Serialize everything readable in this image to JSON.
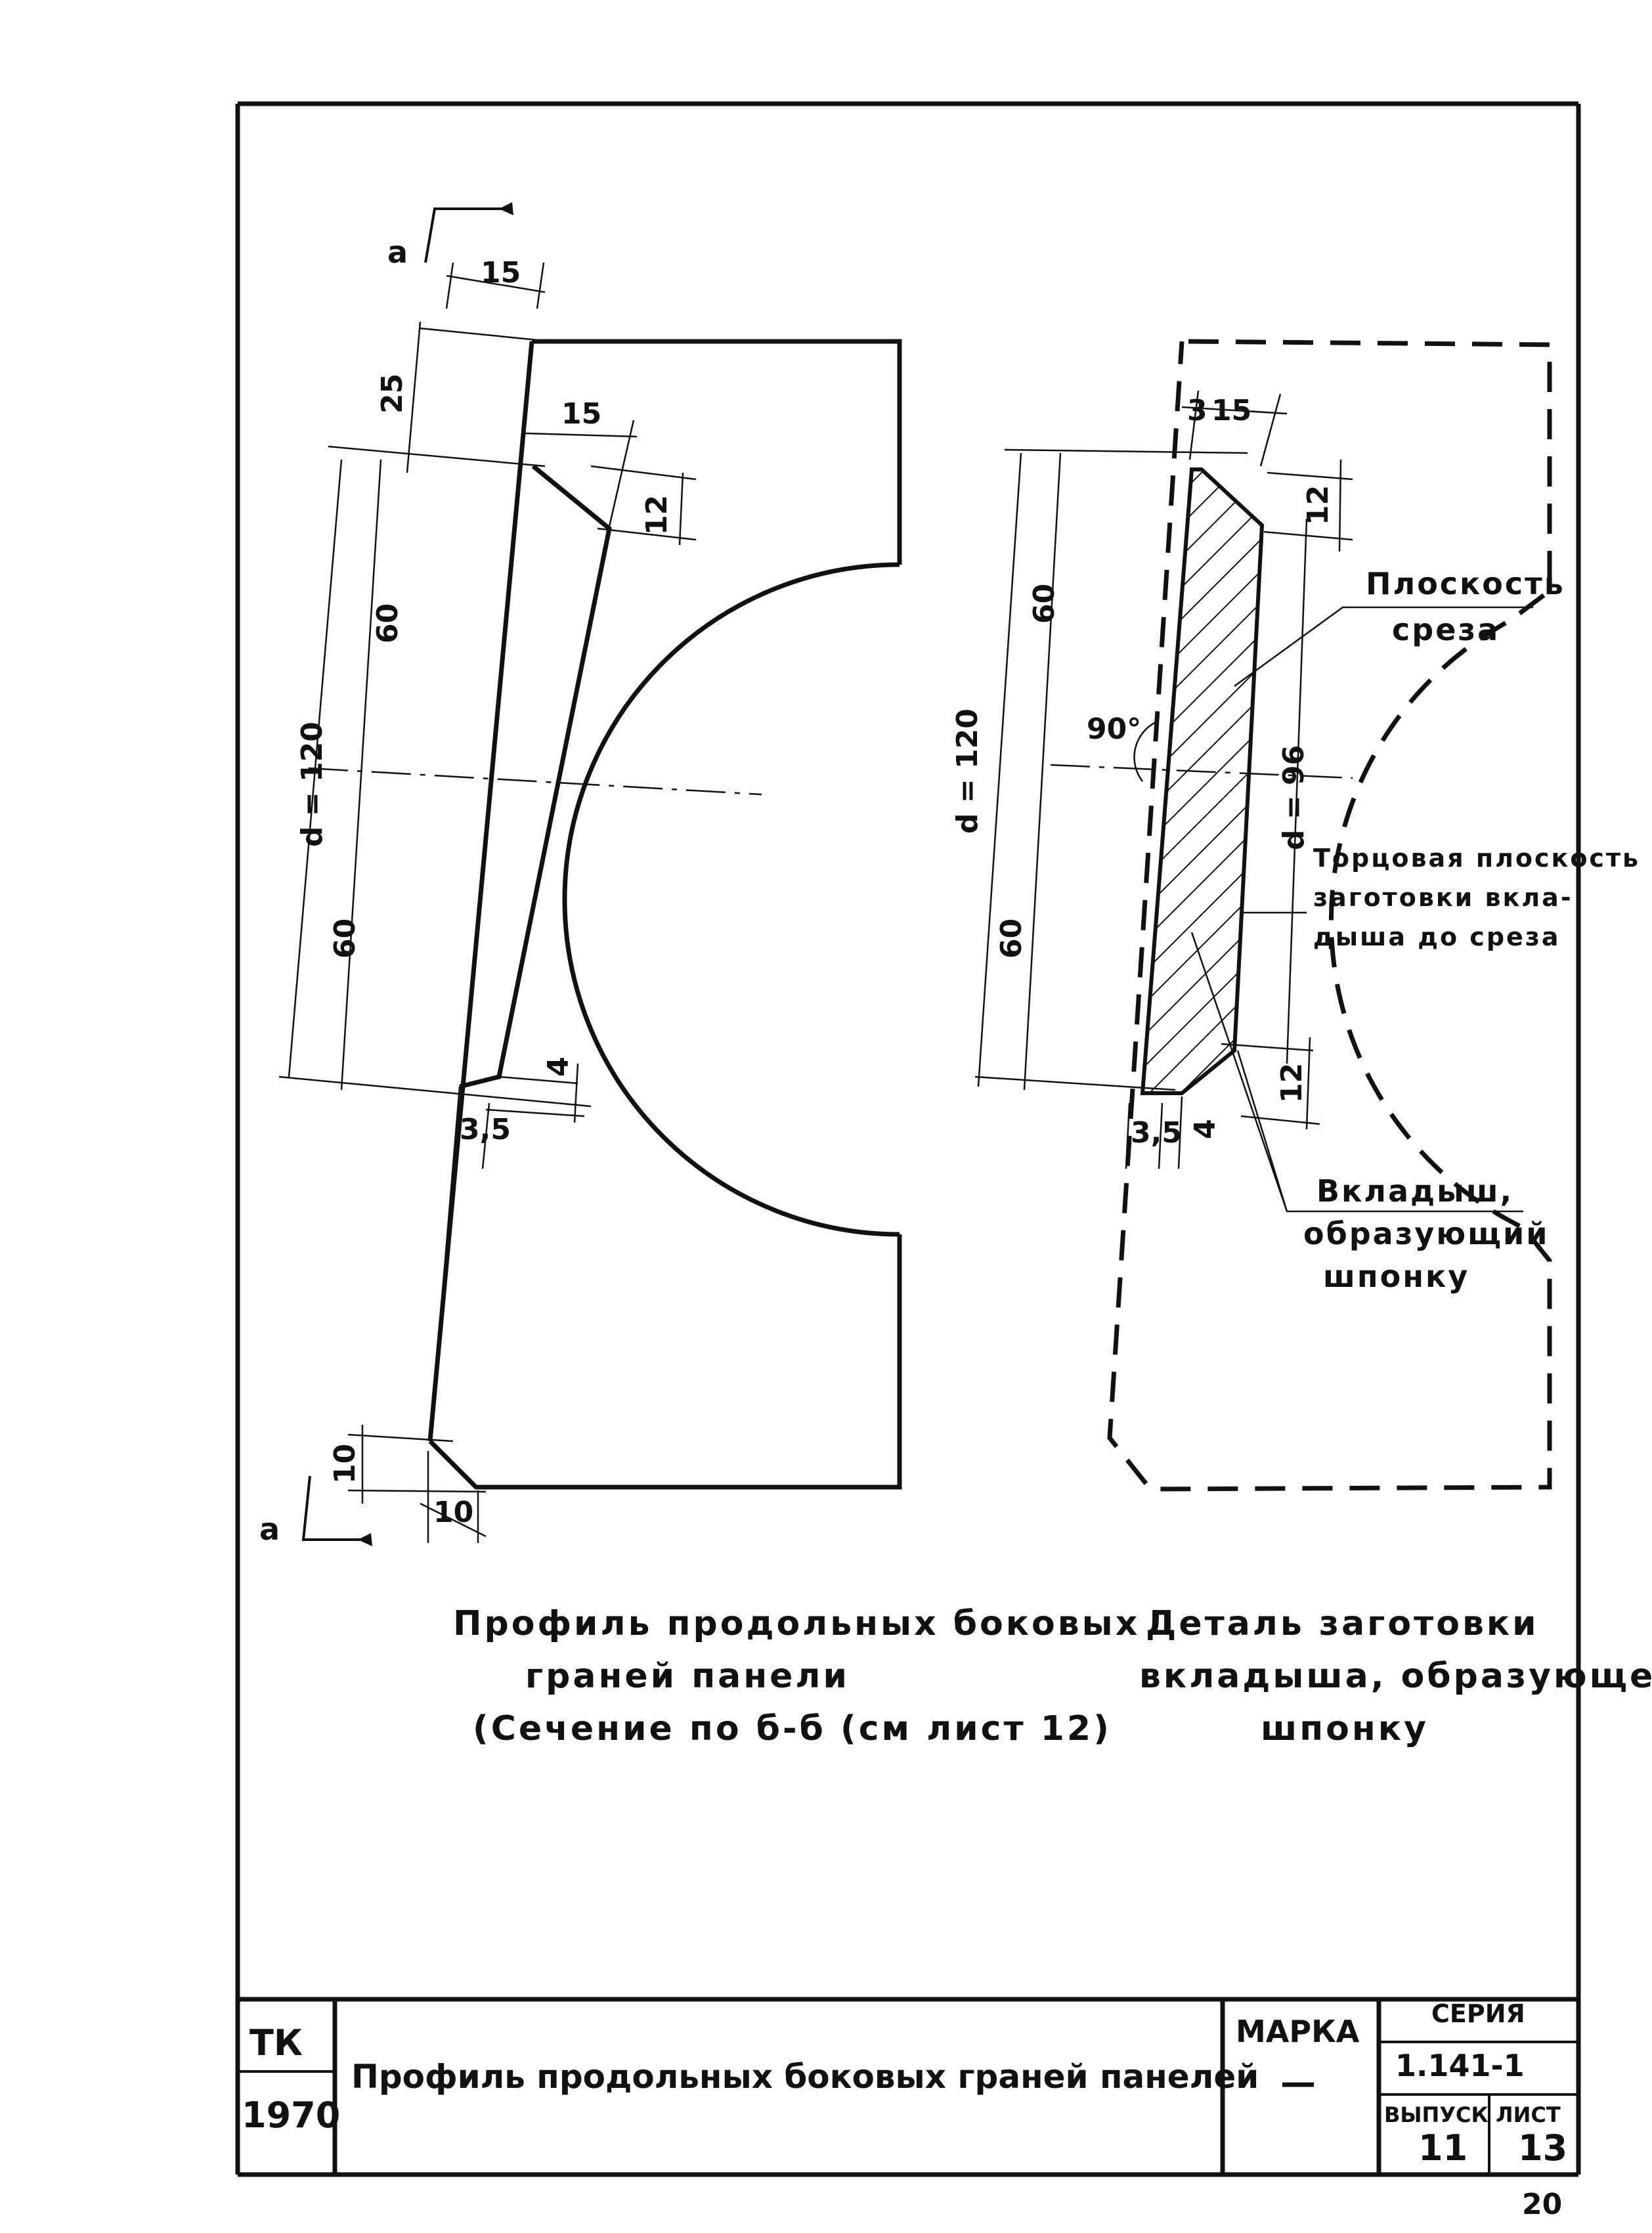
{
  "left_figure": {
    "section_mark_top": "а",
    "section_mark_bottom": "а",
    "dims": {
      "top_width": "15",
      "top_chamfer_h": "25",
      "chamfer_width": "15",
      "chamfer_side": "12",
      "half_upper": "60",
      "half_lower": "60",
      "diameter": "d = 120",
      "lower_small": "4",
      "lower_offset": "3,5",
      "bottom_chamfer_h": "10",
      "bottom_chamfer_w": "10"
    },
    "caption": [
      "Профиль продольных боковых",
      "граней панели",
      "(Сечение по б-б (см лист 12)"
    ]
  },
  "right_figure": {
    "dims": {
      "top_small": "3",
      "top_width": "15",
      "top_side": "12",
      "half_upper": "60",
      "half_lower": "60",
      "diameter": "d = 120",
      "inner_diameter": "d = 96",
      "angle": "90°",
      "bottom_side": "12",
      "bottom_small": "4",
      "bottom_offset": "3,5"
    },
    "callouts": {
      "cut_plane": [
        "Плоскость",
        "среза"
      ],
      "end_plane": [
        "Торцовая плоскость",
        "заготовки вкла-",
        "дыша до среза"
      ],
      "insert": [
        "Вкладыш,",
        "образующий",
        "шпонку"
      ]
    },
    "caption": [
      "Деталь заготовки",
      "вкладыша, образующего",
      "шпонку"
    ]
  },
  "title_block": {
    "org": "ТК",
    "year": "1970",
    "title": "Профиль продольных боковых граней панелей",
    "marka_label": "МАРКА",
    "marka_value": "—",
    "seria_label": "СЕРИЯ",
    "seria_value": "1.141-1",
    "vypusk_label": "ВЫПУСК",
    "vypusk_value": "11",
    "list_label": "ЛИСТ",
    "list_value": "13"
  },
  "page_number": "20",
  "colors": {
    "ink": "#111111",
    "paper": "#ffffff"
  }
}
